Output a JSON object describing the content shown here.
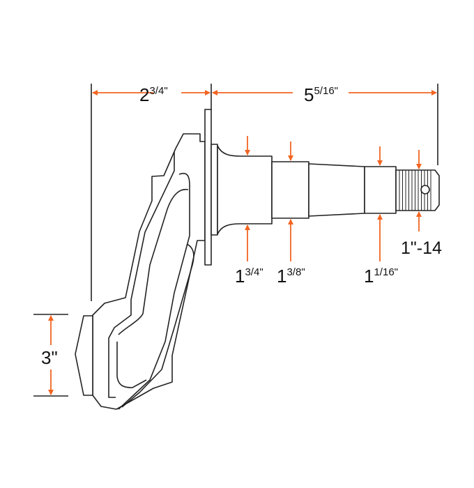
{
  "colors": {
    "dimension": "#f26522",
    "outline": "#222222"
  },
  "dimensions": {
    "flange_offset": {
      "whole": "2",
      "fraction": "3/4\""
    },
    "spindle_length": {
      "whole": "5",
      "fraction": "5/16\""
    },
    "knuckle_height": {
      "text": "3\""
    },
    "inner_bearing": {
      "whole": "1",
      "fraction": "3/4\""
    },
    "inner_race": {
      "whole": "1",
      "fraction": "3/8\""
    },
    "outer_bearing": {
      "whole": "1",
      "fraction": "1/16\""
    },
    "thread": {
      "text": "1\"-14"
    }
  }
}
